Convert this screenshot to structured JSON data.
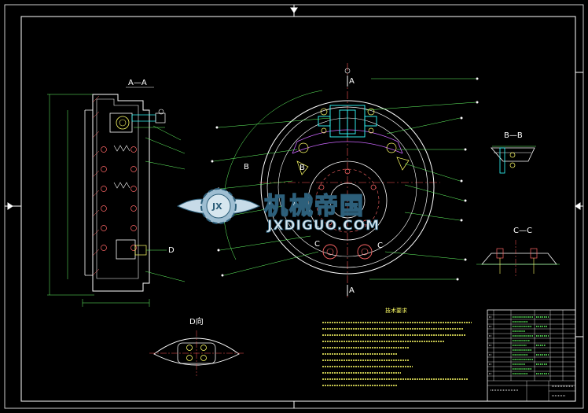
{
  "drawing": {
    "section_labels": {
      "aa": "A—A",
      "bb": "B—B",
      "cc": "C—C",
      "d_view": "D向",
      "a_top": "A",
      "a_bottom": "A",
      "b_left": "B",
      "b_right": "B",
      "c_left": "C",
      "c_right": "C",
      "d_marker": "D"
    },
    "watermark": {
      "name_cn": "机械帝国",
      "name_en": "JXDIGUO.COM",
      "logo_letters": "JX",
      "logo_semantic": "gear-wings-logo"
    },
    "technical_requirements": {
      "title": "技术要求"
    },
    "colors": {
      "background": "#000000",
      "frame": "#ffffff",
      "outline": "#ffffff",
      "leader": "#66ff66",
      "center_line": "#ff5555",
      "dimension": "#66ff66",
      "hidden_parts": "#cc66ff",
      "cyan_parts": "#33ffff",
      "text": "#ffff66"
    }
  }
}
